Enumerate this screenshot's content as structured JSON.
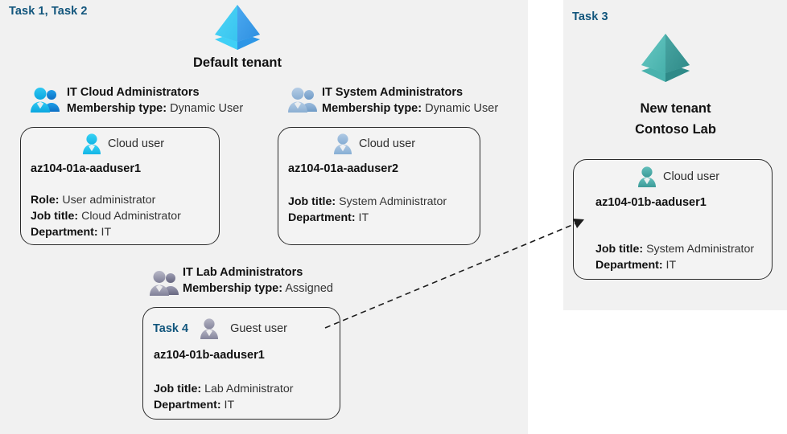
{
  "panels": {
    "left": {
      "task_label": "Task 1, Task 2",
      "tenant_title": "Default tenant",
      "tenant_icon": "azure-tenant-pyramid-icon"
    },
    "right": {
      "task_label": "Task 3",
      "tenant_title_line1": "New  tenant",
      "tenant_title_line2": "Contoso Lab",
      "tenant_icon": "azure-tenant-pyramid-icon"
    }
  },
  "groups": [
    {
      "id": "it-cloud-administrators",
      "name": "IT Cloud Administrators",
      "membership_label": "Membership type:",
      "membership_value": "Dynamic User",
      "icon": "group-users-icon"
    },
    {
      "id": "it-system-administrators",
      "name": "IT System Administrators",
      "membership_label": "Membership type:",
      "membership_value": "Dynamic User",
      "icon": "group-users-icon"
    },
    {
      "id": "it-lab-administrators",
      "name": "IT Lab Administrators",
      "membership_label": "Membership type:",
      "membership_value": "Assigned",
      "icon": "group-users-icon"
    }
  ],
  "cards": [
    {
      "id": "card-aaduser1",
      "task_tag": "",
      "user_type": "Cloud user",
      "user_icon": "cloud-user-icon",
      "username": "az104-01a-aaduser1",
      "attrs": [
        {
          "label": "Role:",
          "value": "User administrator"
        },
        {
          "label": "Job title:",
          "value": "Cloud Administrator"
        },
        {
          "label": "Department:",
          "value": "IT"
        }
      ]
    },
    {
      "id": "card-aaduser2",
      "task_tag": "",
      "user_type": "Cloud user",
      "user_icon": "cloud-user-icon",
      "username": "az104-01a-aaduser2",
      "attrs": [
        {
          "label": "Job title:",
          "value": "System Administrator"
        },
        {
          "label": "Department:",
          "value": "IT"
        }
      ]
    },
    {
      "id": "card-guest-aaduser1",
      "task_tag": "Task 4",
      "user_type": "Guest user",
      "user_icon": "guest-user-icon",
      "username": "az104-01b-aaduser1",
      "attrs": [
        {
          "label": "Job title:",
          "value": "Lab Administrator"
        },
        {
          "label": "Department:",
          "value": "IT"
        }
      ]
    },
    {
      "id": "card-contoso-aaduser1",
      "task_tag": "",
      "user_type": "Cloud user",
      "user_icon": "cloud-user-icon",
      "username": "az104-01b-aaduser1",
      "attrs": [
        {
          "label": "Job title:",
          "value": "System Administrator"
        },
        {
          "label": "Department:",
          "value": "IT"
        }
      ]
    }
  ],
  "connector": {
    "name": "invite-guest-arrow",
    "style": "dashed-arrow"
  },
  "colors": {
    "panel_bg": "#f1f1f1",
    "task_blue": "#11557c",
    "card_border": "#2b2b2b",
    "tenant_blue": "#4fc3f7",
    "tenant_teal": "#4bb3ac",
    "user_cyan": "#29c3ef",
    "user_steel": "#9ab6d6",
    "user_gray": "#9a9aad",
    "user_teal": "#4ca9a6"
  }
}
